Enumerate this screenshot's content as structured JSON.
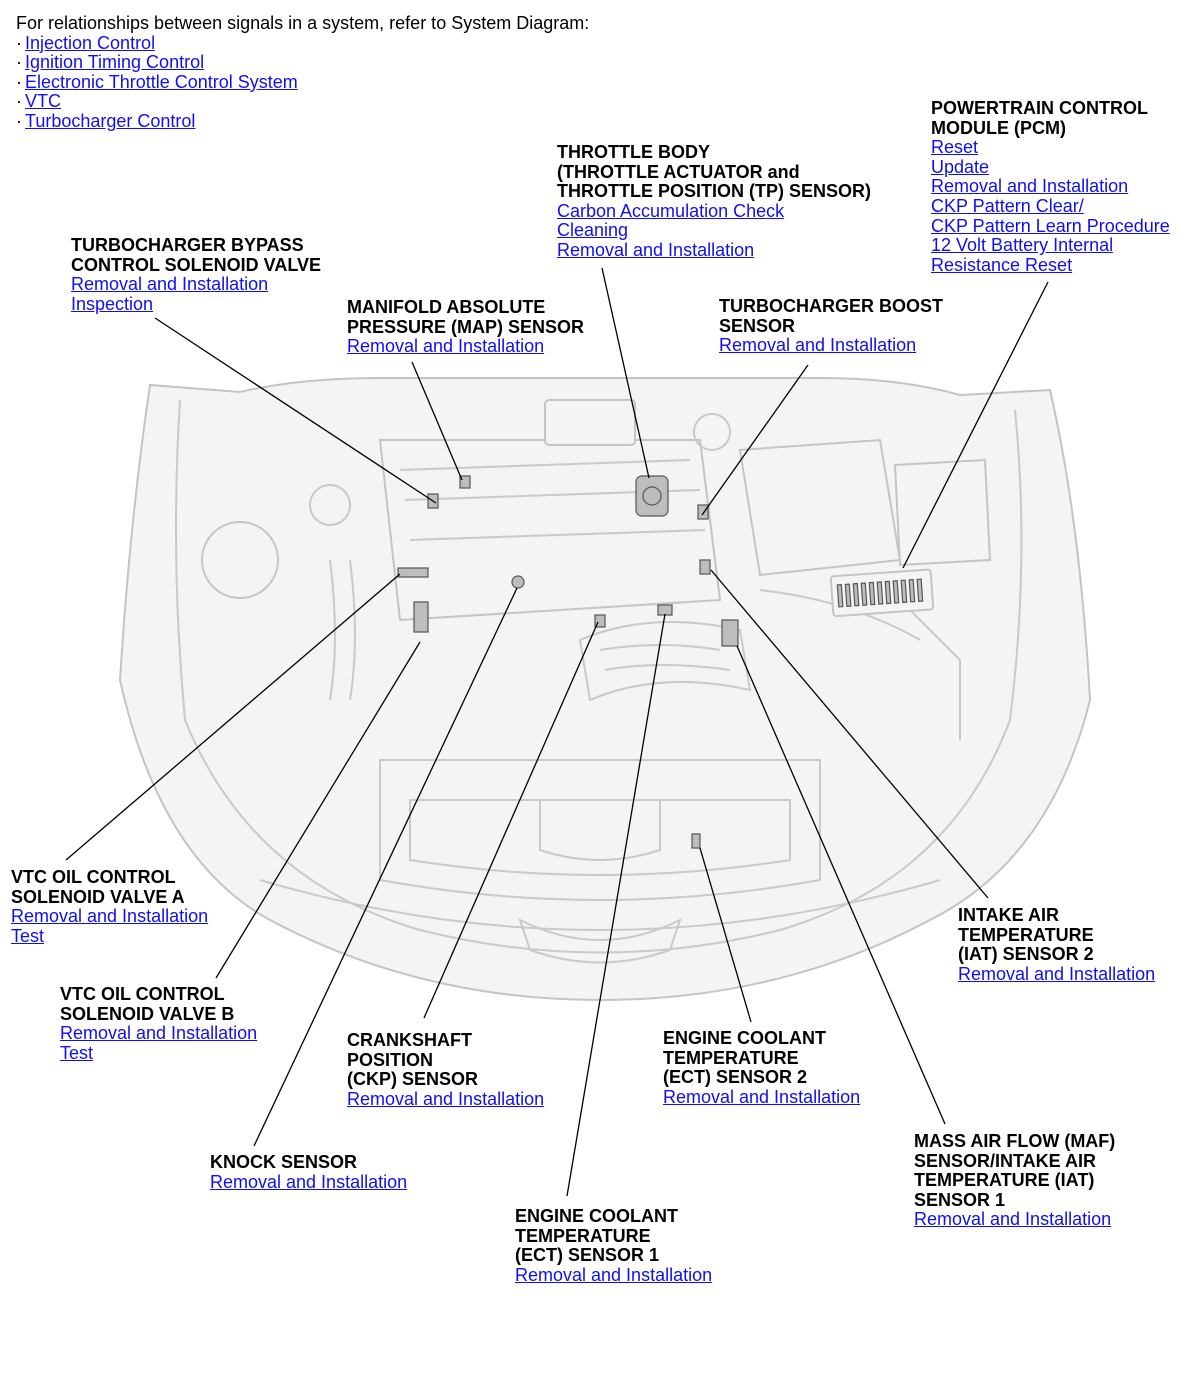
{
  "intro": {
    "text": "For relationships between signals in a system, refer to System Diagram:",
    "links": [
      "Injection Control",
      "Ignition Timing Control",
      "Electronic Throttle Control System",
      "VTC",
      "Turbocharger Control"
    ]
  },
  "callouts": {
    "turbo_bypass": {
      "title": "TURBOCHARGER BYPASS\nCONTROL SOLENOID VALVE",
      "links": [
        "Removal and Installation",
        "Inspection"
      ]
    },
    "map_sensor": {
      "title": "MANIFOLD ABSOLUTE\nPRESSURE (MAP) SENSOR",
      "links": [
        "Removal and Installation"
      ]
    },
    "throttle_body": {
      "title": "THROTTLE BODY\n(THROTTLE ACTUATOR and\nTHROTTLE POSITION (TP) SENSOR)",
      "links": [
        "Carbon Accumulation Check",
        "Cleaning",
        "Removal and Installation"
      ]
    },
    "turbo_boost": {
      "title": "TURBOCHARGER BOOST\nSENSOR",
      "links": [
        "Removal and Installation"
      ]
    },
    "pcm": {
      "title": "POWERTRAIN CONTROL\nMODULE (PCM)",
      "links": [
        "Reset",
        "Update",
        "Removal and Installation",
        "CKP Pattern Clear/",
        "CKP Pattern Learn Procedure",
        "12 Volt Battery Internal ",
        "Resistance Reset"
      ]
    },
    "vtc_a": {
      "title": "VTC OIL CONTROL\nSOLENOID VALVE A",
      "links": [
        "Removal and Installation",
        "Test"
      ]
    },
    "vtc_b": {
      "title": "VTC OIL CONTROL\nSOLENOID VALVE B",
      "links": [
        "Removal and Installation",
        "Test"
      ]
    },
    "ckp": {
      "title": "CRANKSHAFT\nPOSITION\n(CKP) SENSOR",
      "links": [
        "Removal and Installation"
      ]
    },
    "ect2": {
      "title": "ENGINE COOLANT\nTEMPERATURE\n(ECT) SENSOR 2",
      "links": [
        "Removal and Installation"
      ]
    },
    "iat2": {
      "title": "INTAKE AIR\nTEMPERATURE\n(IAT) SENSOR 2",
      "links": [
        "Removal and Installation"
      ]
    },
    "knock": {
      "title": "KNOCK SENSOR",
      "links": [
        "Removal and Installation"
      ]
    },
    "ect1": {
      "title": "ENGINE COOLANT\nTEMPERATURE\n(ECT) SENSOR 1",
      "links": [
        "Removal and Installation"
      ]
    },
    "maf": {
      "title": "MASS AIR FLOW (MAF)\nSENSOR/INTAKE AIR\nTEMPERATURE (IAT)\nSENSOR 1",
      "links": [
        "Removal and Installation"
      ]
    }
  }
}
